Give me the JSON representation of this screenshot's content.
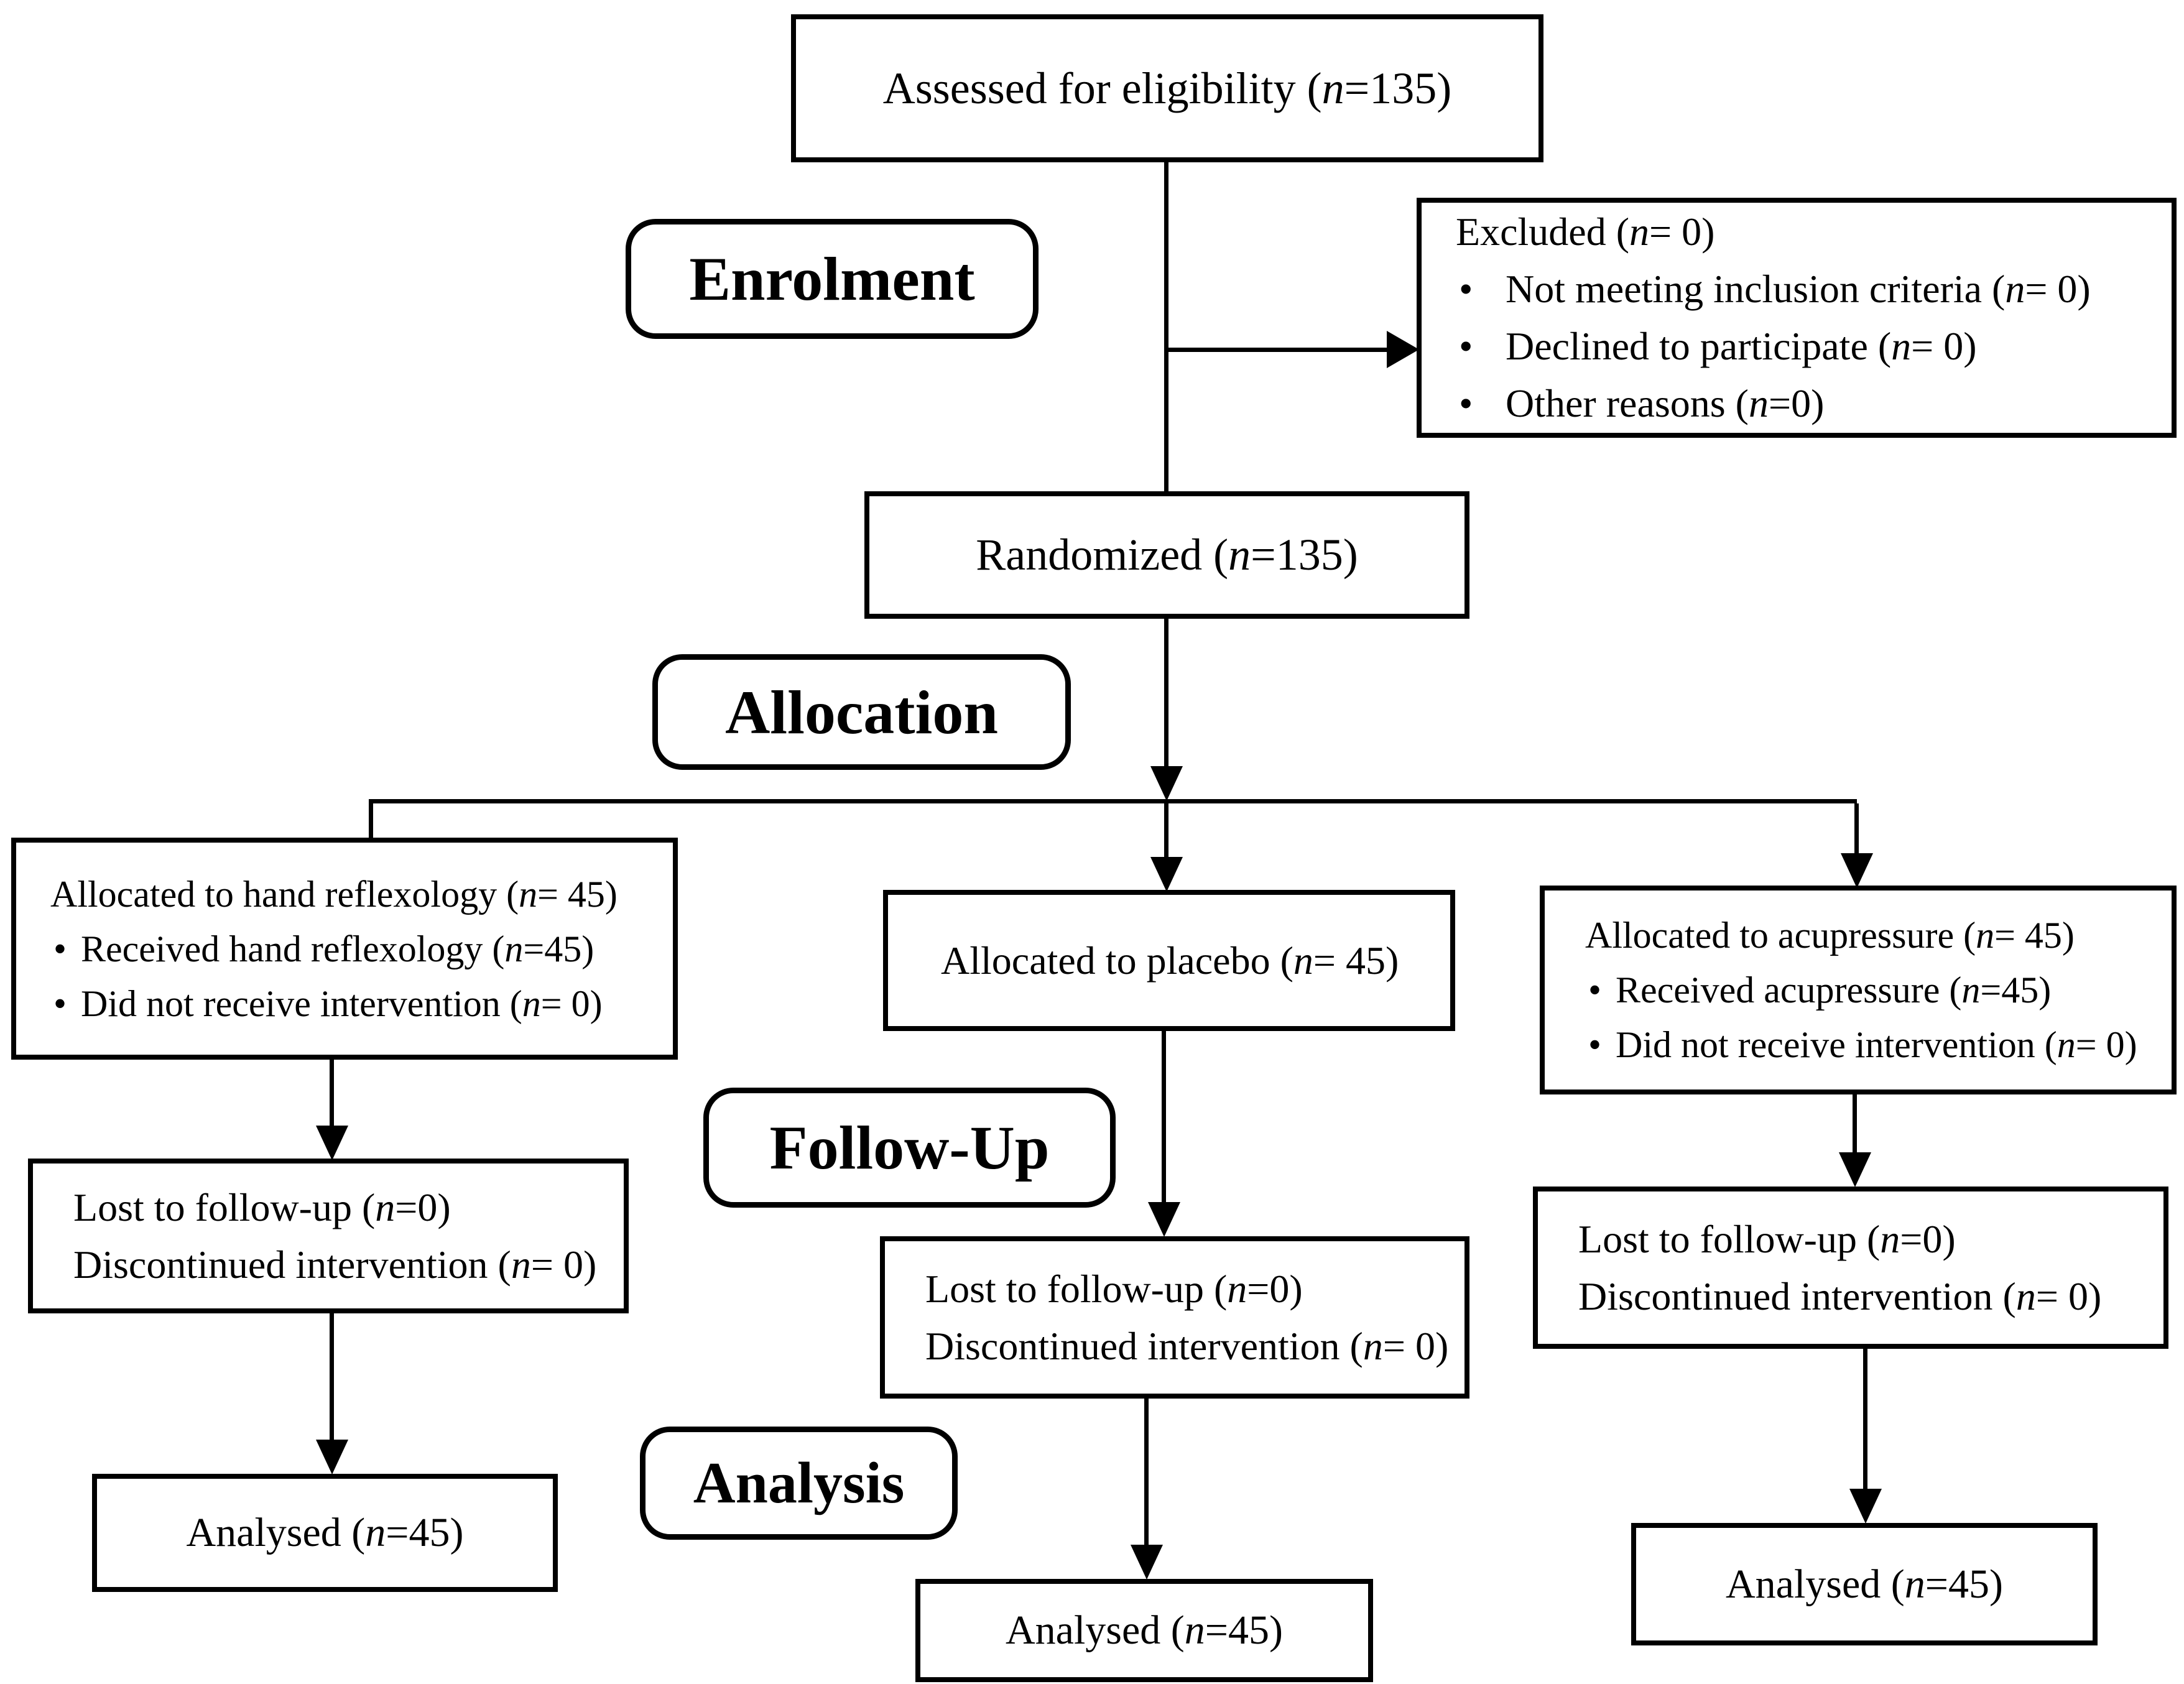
{
  "diagram_type": "consort-flow-diagram",
  "bullet": "•",
  "colors": {
    "line": "#000000",
    "box_background": "#ffffff",
    "text": "#000000"
  },
  "stage_labels": {
    "enrolment": "Enrolment",
    "allocation": "Allocation",
    "follow_up": "Follow-Up",
    "analysis": "Analysis"
  },
  "boxes": {
    "assessed": {
      "text": "Assessed for eligibility (n=135)"
    },
    "excluded": {
      "title": "Excluded (n= 0)",
      "items": [
        "Not meeting inclusion criteria (n= 0)",
        "Declined to participate (n= 0)",
        "Other reasons (n=0)"
      ]
    },
    "randomized": {
      "text": "Randomized (n=135)"
    },
    "allocated_reflexology": {
      "title": "Allocated to hand reflexology (n= 45)",
      "items": [
        "Received hand reflexology (n=45)",
        "Did not receive intervention (n= 0)"
      ]
    },
    "allocated_placebo": {
      "title": "Allocated to placebo (n= 45)"
    },
    "allocated_acupressure": {
      "title": "Allocated to acupressure (n= 45)",
      "items": [
        "Received acupressure (n=45)",
        "Did not receive intervention (n= 0)"
      ]
    },
    "lost_reflexology": {
      "lines": [
        "Lost to follow-up (n=0)",
        "Discontinued intervention (n= 0)"
      ]
    },
    "lost_placebo": {
      "lines": [
        "Lost to follow-up (n=0)",
        "Discontinued intervention (n= 0)"
      ]
    },
    "lost_acupressure": {
      "lines": [
        "Lost to follow-up (n=0)",
        "Discontinued intervention (n= 0)"
      ]
    },
    "analysed_reflexology": {
      "text": "Analysed (n=45)"
    },
    "analysed_placebo": {
      "text": "Analysed (n=45)"
    },
    "analysed_acupressure": {
      "text": "Analysed (n=45)"
    }
  }
}
